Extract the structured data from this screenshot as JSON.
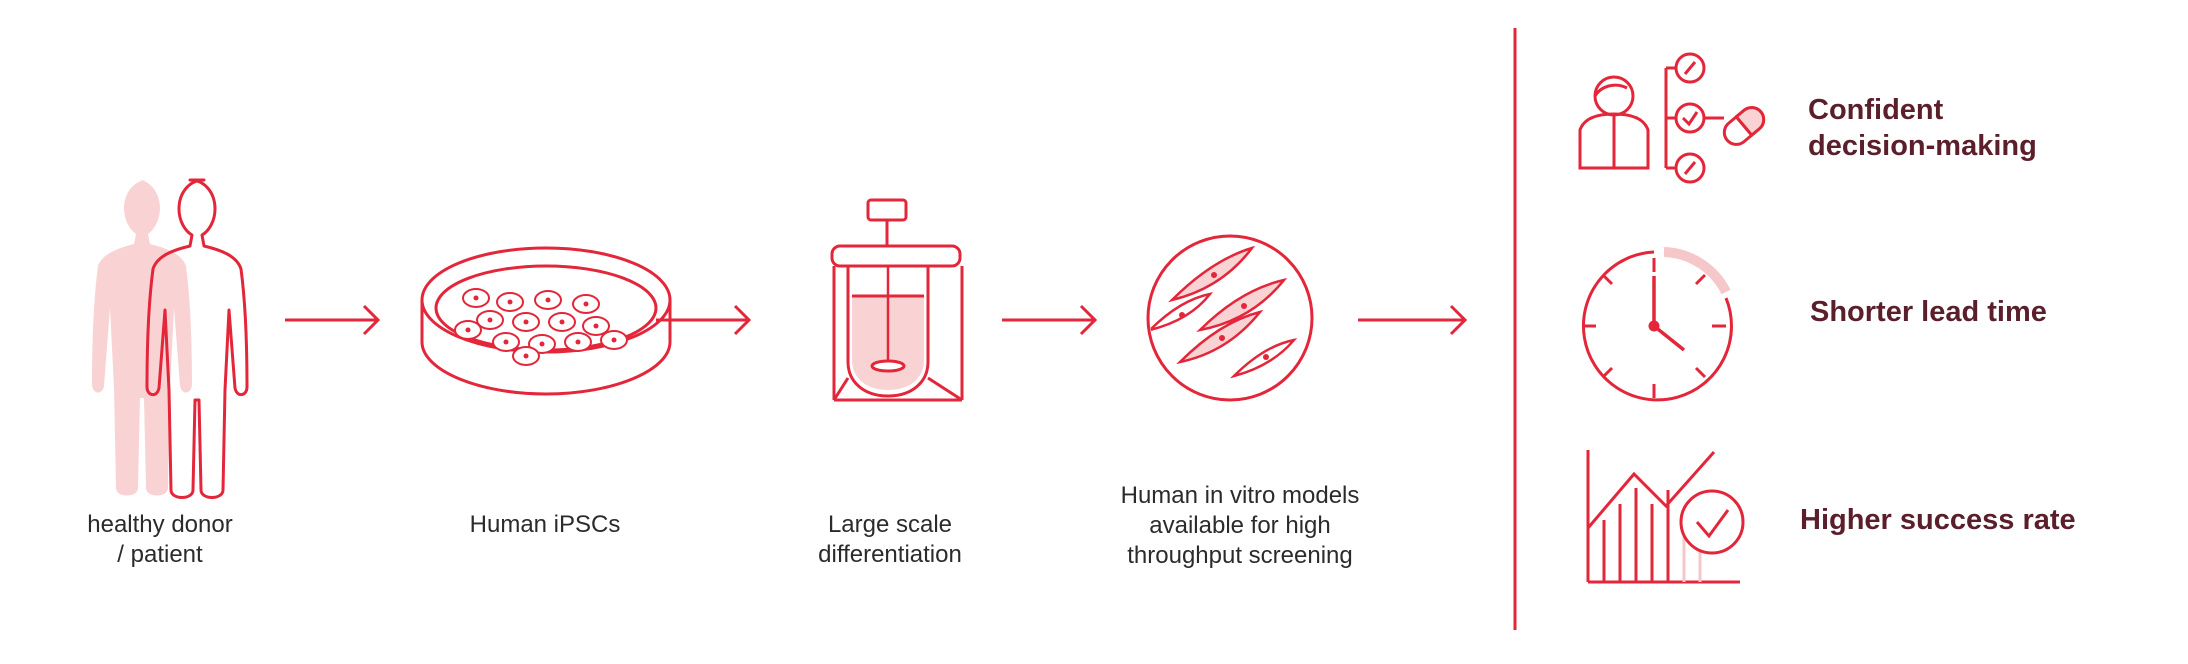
{
  "colors": {
    "accent": "#e3263a",
    "accent_light": "#f9d3d4",
    "accent_fill": "#f6c7c9",
    "label_text": "#2b2b2b",
    "outcome_text": "#5a1f2b"
  },
  "steps": [
    {
      "icon": "human-figures-icon",
      "label_line1": "healthy donor",
      "label_line2": "/ patient"
    },
    {
      "icon": "petri-dish-icon",
      "label_line1": "Human iPSCs",
      "label_line2": ""
    },
    {
      "icon": "bioreactor-icon",
      "label_line1": "Large scale",
      "label_line2": "differentiation"
    },
    {
      "icon": "cell-culture-icon",
      "label_line1": "Human in vitro models",
      "label_line2": "available for high",
      "label_line3": "throughput screening"
    }
  ],
  "outcomes": [
    {
      "icon": "decision-icon",
      "line1": "Confident",
      "line2": "decision-making"
    },
    {
      "icon": "clock-icon",
      "line1": "Shorter lead time"
    },
    {
      "icon": "chart-check-icon",
      "line1": "Higher success rate"
    }
  ]
}
